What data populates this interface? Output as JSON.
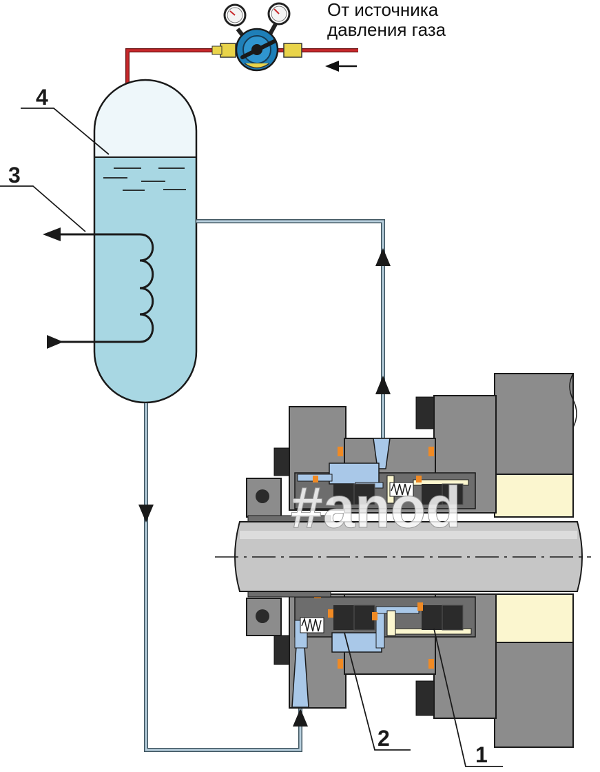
{
  "source_text": {
    "line1": "От источника",
    "line2": "давления газа"
  },
  "labels": {
    "n1": "1",
    "n2": "2",
    "n3": "3",
    "n4": "4"
  },
  "watermark": "#anod",
  "colors": {
    "liquid": "#a8d7e3",
    "gas_line": "#c8282b",
    "pipe": "#b8d0de",
    "seal_blue": "#a9c8e8",
    "housing": "#8c8c8c",
    "housing_dark": "#6d6d6d",
    "cream": "#fbf6cf",
    "seal_ring": "#2b2b2b",
    "orange": "#f08a24",
    "regulator": "#1e7fb8"
  },
  "icons": {
    "regulator": "pressure-regulator-icon",
    "gauge": "pressure-gauge-icon",
    "arrow": "flow-arrow-icon"
  }
}
